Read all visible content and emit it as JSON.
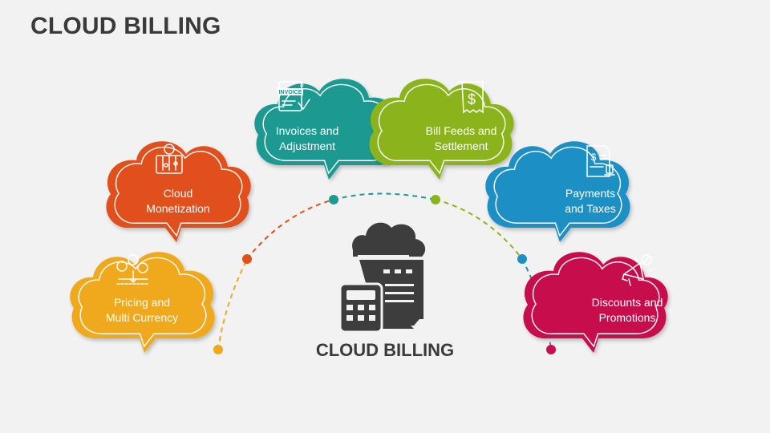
{
  "title": "CLOUD BILLING",
  "center": {
    "label": "CLOUD BILLING",
    "icon": "cloud-billing-icon"
  },
  "items": [
    {
      "label": "Pricing and\nMulti Currency",
      "color": "#f0a81c",
      "icon": "currency-exchange-icon"
    },
    {
      "label": "Cloud\nMonetization",
      "color": "#e0501a",
      "icon": "cash-register-icon"
    },
    {
      "label": "Invoices and\nAdjustment",
      "color": "#1a9a92",
      "icon": "invoice-icon",
      "icon_text": "INVOICE"
    },
    {
      "label": "Bill Feeds and\nSettlement",
      "color": "#8bb31c",
      "icon": "receipt-icon"
    },
    {
      "label": "Payments\nand Taxes",
      "color": "#1c8fc4",
      "icon": "tax-document-icon"
    },
    {
      "label": "Discounts and\nPromotions",
      "color": "#c8104e",
      "icon": "megaphone-icon"
    }
  ]
}
